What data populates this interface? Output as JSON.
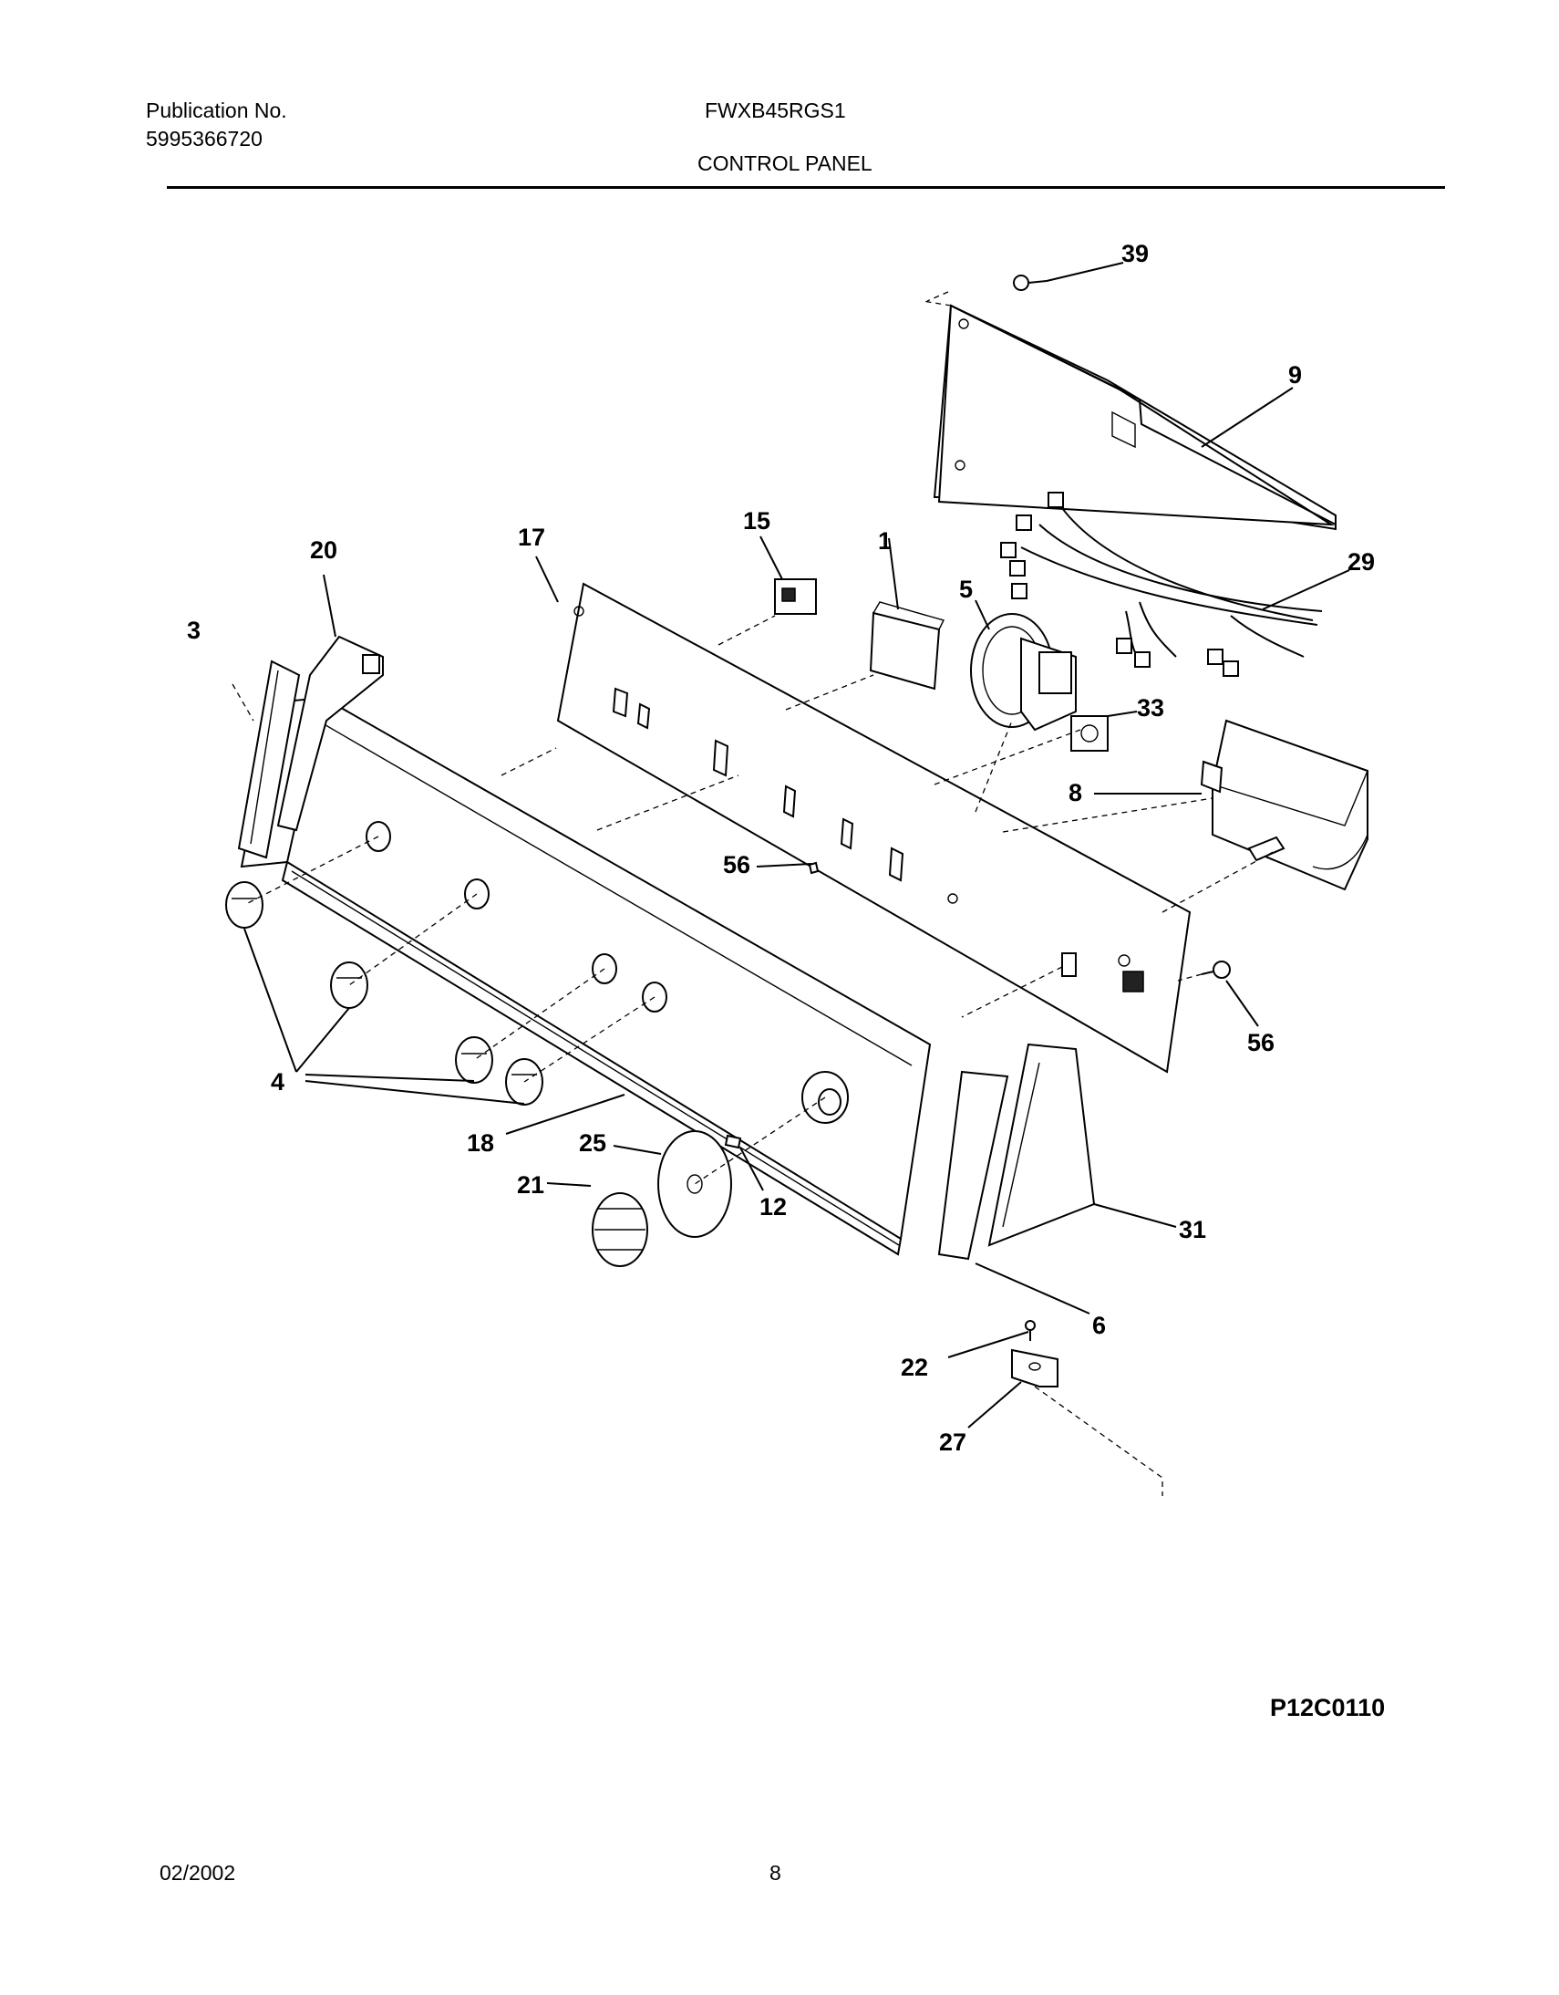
{
  "header": {
    "publication_label": "Publication No.",
    "publication_number": "5995366720",
    "model": "FWXB45RGS1",
    "section_title": "CONTROL PANEL"
  },
  "callouts": [
    "39",
    "9",
    "29",
    "15",
    "17",
    "20",
    "1",
    "5",
    "3",
    "33",
    "8",
    "56",
    "56",
    "4",
    "18",
    "25",
    "21",
    "12",
    "31",
    "6",
    "22",
    "27"
  ],
  "drawing_code": "P12C0110",
  "footer": {
    "date": "02/2002",
    "page": "8"
  }
}
